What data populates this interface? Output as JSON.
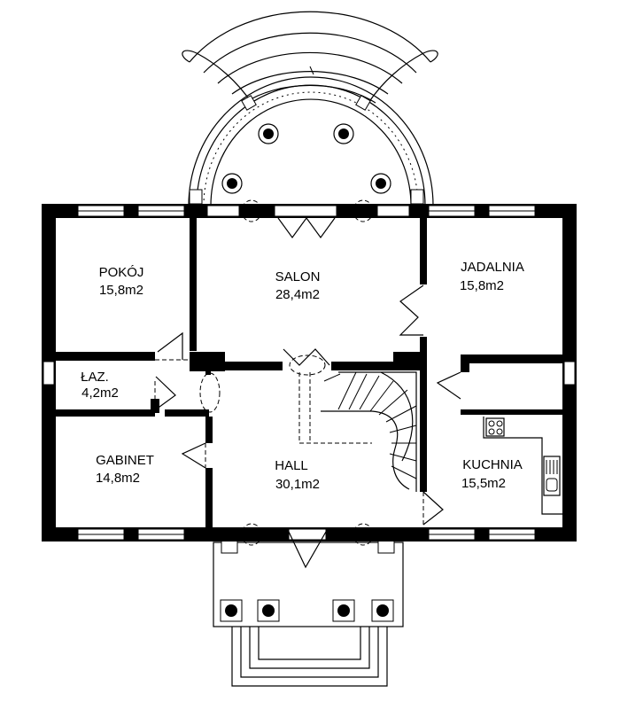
{
  "rooms": {
    "pokoj": {
      "name": "POKÓJ",
      "area": "15,8m2"
    },
    "salon": {
      "name": "SALON",
      "area": "28,4m2"
    },
    "jadalnia": {
      "name": "JADALNIA",
      "area": "15,8m2"
    },
    "lazienka": {
      "name": "ŁAZ.",
      "area": "4,2m2"
    },
    "gabinet": {
      "name": "GABINET",
      "area": "14,8m2"
    },
    "hall": {
      "name": "HALL",
      "area": "30,1m2"
    },
    "kuchnia": {
      "name": "KUCHNIA",
      "area": "15,5m2"
    }
  },
  "colors": {
    "wall": "#000000",
    "background": "#ffffff"
  }
}
